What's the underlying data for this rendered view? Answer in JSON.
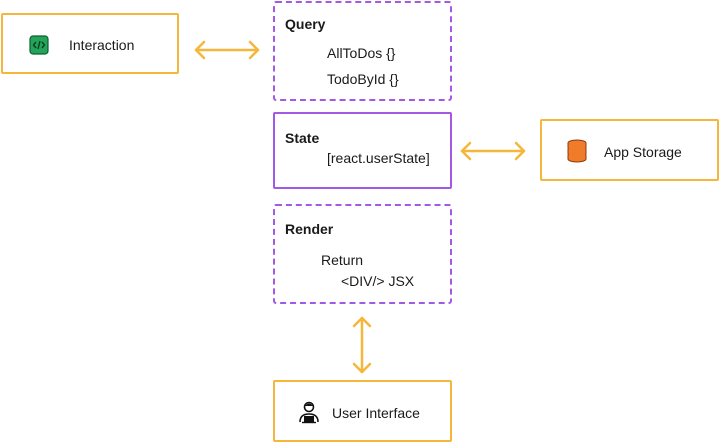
{
  "interaction": {
    "label": "Interaction",
    "icon": "code-file-icon"
  },
  "query": {
    "title": "Query",
    "lines": [
      "AllToDos {}",
      "TodoById {}"
    ]
  },
  "state": {
    "title": "State",
    "line": "[react.userState]"
  },
  "app_storage": {
    "label": "App Storage",
    "icon": "database-icon"
  },
  "render": {
    "title": "Render",
    "line1": "Return",
    "line2": "<DIV/> JSX"
  },
  "user_interface": {
    "label": "User Interface",
    "icon": "user-laptop-icon"
  },
  "colors": {
    "arrow": "#f5b73b",
    "orange_border": "#f5b73b",
    "purple_border": "#a259e6",
    "code_icon": "#22a559",
    "storage_icon": "#f07c2b"
  }
}
